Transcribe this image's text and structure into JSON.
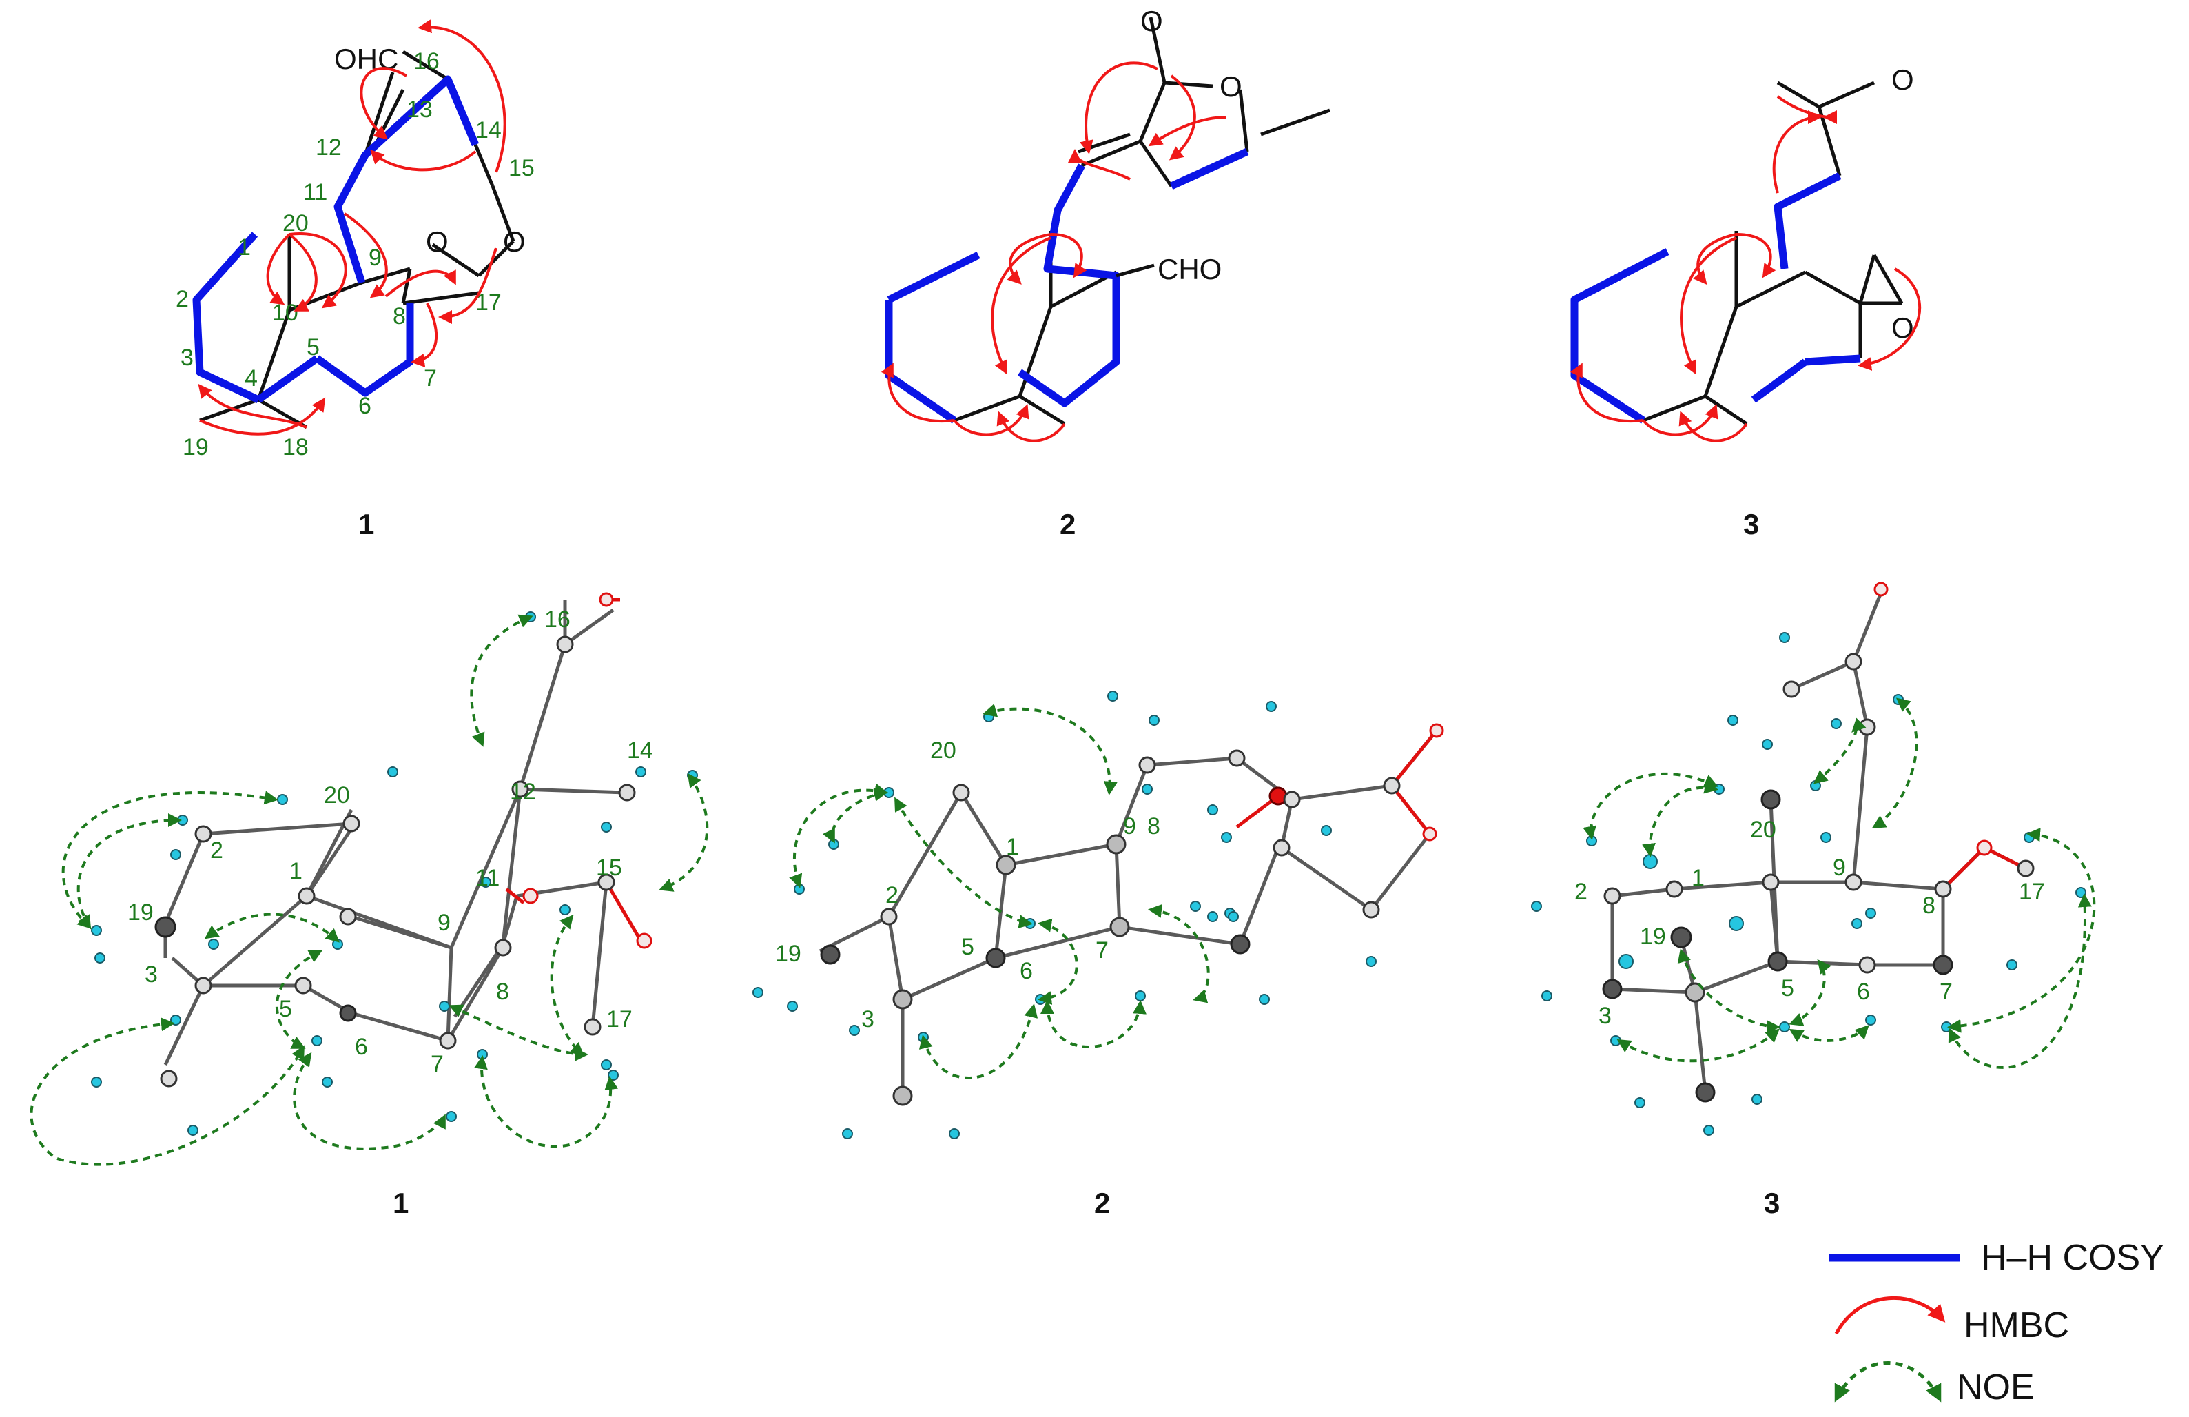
{
  "colors": {
    "cosy": "#0a14e6",
    "hmbc": "#f01818",
    "noe": "#1e7a1e",
    "bond": "#111111",
    "atomLabel": "#1e7a1e",
    "hydrogen": "#26c6e0",
    "carbon": "#4a4a4a",
    "oxygen": "#e01010"
  },
  "compounds": [
    {
      "id": "1",
      "structure_label": "1",
      "model_label": "1",
      "group_labels": [
        "OHC",
        "O",
        "O"
      ],
      "atom_numbers": [
        "16",
        "13",
        "14",
        "12",
        "15",
        "11",
        "20",
        "9",
        "1",
        "10",
        "8",
        "17",
        "2",
        "5",
        "3",
        "4",
        "6",
        "7",
        "19",
        "18"
      ],
      "model_atom_numbers": [
        "16",
        "14",
        "12",
        "20",
        "15",
        "2",
        "11",
        "1",
        "19",
        "9",
        "3",
        "5",
        "8",
        "17",
        "6",
        "7"
      ]
    },
    {
      "id": "2",
      "structure_label": "2",
      "model_label": "2",
      "group_labels": [
        "O",
        "O",
        "CHO"
      ],
      "atom_numbers": [],
      "model_atom_numbers": [
        "20",
        "1",
        "9",
        "8",
        "2",
        "5",
        "19",
        "6",
        "7",
        "3"
      ]
    },
    {
      "id": "3",
      "structure_label": "3",
      "model_label": "3",
      "group_labels": [
        "O",
        "O"
      ],
      "atom_numbers": [],
      "model_atom_numbers": [
        "20",
        "2",
        "1",
        "9",
        "8",
        "17",
        "19",
        "5",
        "6",
        "7",
        "3"
      ]
    }
  ],
  "legend": [
    {
      "key": "cosy",
      "label": "H–H COSY"
    },
    {
      "key": "hmbc",
      "label": "HMBC"
    },
    {
      "key": "noe",
      "label": "NOE"
    }
  ]
}
